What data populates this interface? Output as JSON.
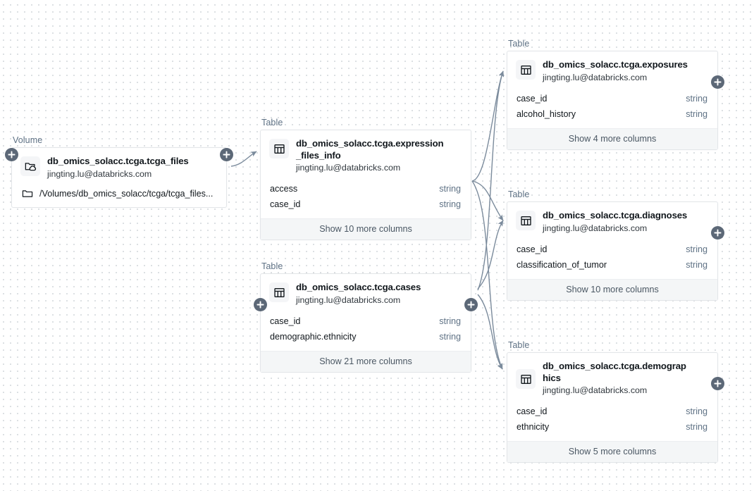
{
  "canvas": {
    "background_color": "#ffffff",
    "dot_color": "#d6dade",
    "edge_color": "#7b8b9c",
    "handle_color": "#5c6877"
  },
  "labels": {
    "volume_kind": "Volume",
    "table_kind": "Table"
  },
  "nodes": [
    {
      "id": "tcga_files",
      "kind": "Volume",
      "icon": "volume-folder-cloud-icon",
      "name": "db_omics_solacc.tcga.tcga_files",
      "owner": "jingting.lu@databricks.com",
      "path_icon": "folder-icon",
      "path": "/Volumes/db_omics_solacc/tcga/tcga_files...",
      "columns": [],
      "footer": ""
    },
    {
      "id": "expression_files_info",
      "kind": "Table",
      "icon": "table-icon",
      "name": "db_omics_solacc.tcga.expression_files_info",
      "owner": "jingting.lu@databricks.com",
      "columns": [
        {
          "name": "access",
          "type": "string"
        },
        {
          "name": "case_id",
          "type": "string"
        }
      ],
      "footer": "Show 10 more columns"
    },
    {
      "id": "cases",
      "kind": "Table",
      "icon": "table-icon",
      "name": "db_omics_solacc.tcga.cases",
      "owner": "jingting.lu@databricks.com",
      "columns": [
        {
          "name": "case_id",
          "type": "string"
        },
        {
          "name": "demographic.ethnicity",
          "type": "string"
        }
      ],
      "footer": "Show 21 more columns"
    },
    {
      "id": "exposures",
      "kind": "Table",
      "icon": "table-icon",
      "name": "db_omics_solacc.tcga.exposures",
      "owner": "jingting.lu@databricks.com",
      "columns": [
        {
          "name": "case_id",
          "type": "string"
        },
        {
          "name": "alcohol_history",
          "type": "string"
        }
      ],
      "footer": "Show 4 more columns"
    },
    {
      "id": "diagnoses",
      "kind": "Table",
      "icon": "table-icon",
      "name": "db_omics_solacc.tcga.diagnoses",
      "owner": "jingting.lu@databricks.com",
      "columns": [
        {
          "name": "case_id",
          "type": "string"
        },
        {
          "name": "classification_of_tumor",
          "type": "string"
        }
      ],
      "footer": "Show 10 more columns"
    },
    {
      "id": "demographics",
      "kind": "Table",
      "icon": "table-icon",
      "name": "db_omics_solacc.tcga.demographics",
      "owner": "jingting.lu@databricks.com",
      "columns": [
        {
          "name": "case_id",
          "type": "string"
        },
        {
          "name": "ethnicity",
          "type": "string"
        }
      ],
      "footer": "Show 5 more columns"
    }
  ],
  "edges": [
    {
      "from": "tcga_files",
      "to": "expression_files_info"
    },
    {
      "from": "expression_files_info",
      "to": "exposures"
    },
    {
      "from": "expression_files_info",
      "to": "diagnoses"
    },
    {
      "from": "expression_files_info",
      "to": "demographics"
    },
    {
      "from": "cases",
      "to": "exposures"
    },
    {
      "from": "cases",
      "to": "diagnoses"
    },
    {
      "from": "cases",
      "to": "demographics"
    }
  ]
}
